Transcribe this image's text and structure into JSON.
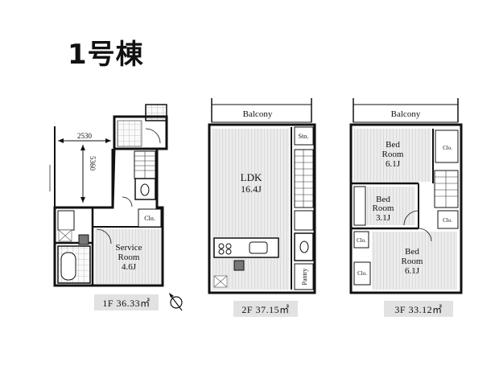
{
  "title": "1号棟",
  "floors": [
    {
      "label": "1F 36.33㎡",
      "rooms": {
        "service": "Service",
        "service2": "Room",
        "service3": "4.6J",
        "clo": "Clo."
      },
      "dims": {
        "w": "2530",
        "h": "5360"
      }
    },
    {
      "label": "2F 37.15㎡",
      "rooms": {
        "balcony": "Balcony",
        "ldk": "LDK",
        "ldk2": "16.4J",
        "sto": "Sto.",
        "pantry": "Pantry"
      }
    },
    {
      "label": "3F 33.12㎡",
      "rooms": {
        "balcony": "Balcony",
        "bed1": "Bed",
        "bed1b": "Room",
        "bed1c": "6.1J",
        "bed2": "Bed",
        "bed2b": "Room",
        "bed2c": "3.1J",
        "bed3": "Bed",
        "bed3b": "Room",
        "bed3c": "6.1J",
        "clo1": "Clo.",
        "clo2": "Clo.",
        "clo3": "Clo.",
        "clo4": "Clo."
      }
    }
  ]
}
